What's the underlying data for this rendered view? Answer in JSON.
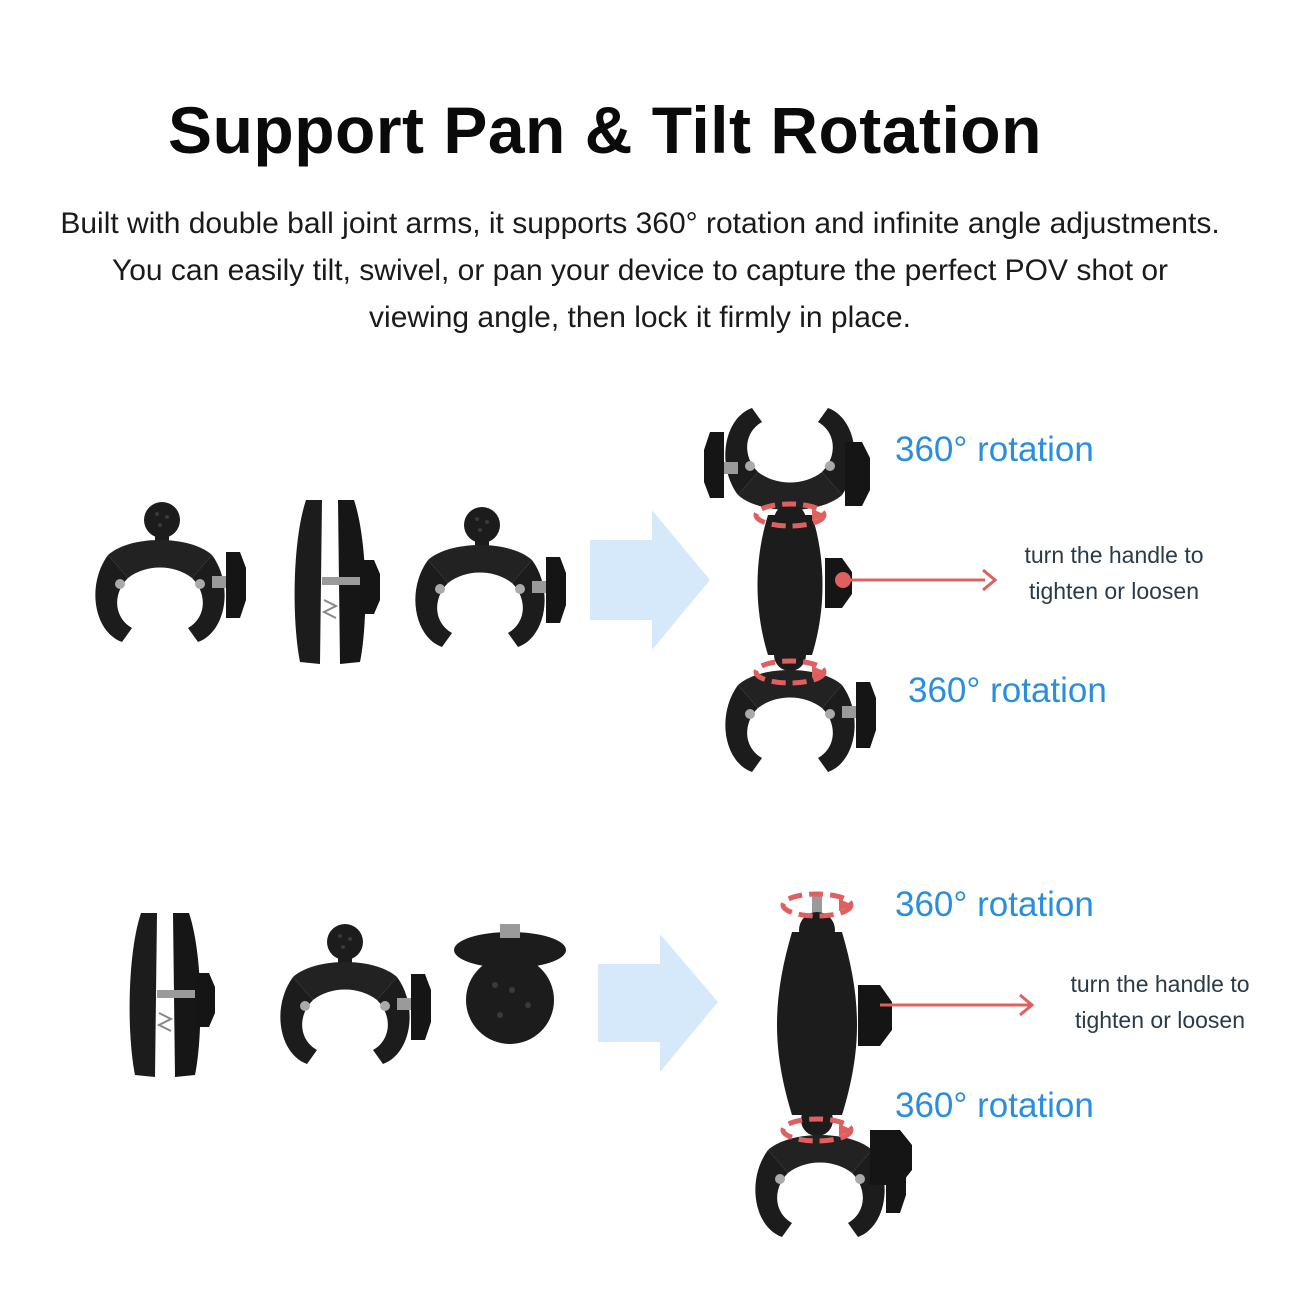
{
  "title": "Support Pan & Tilt Rotation",
  "description": "Built with double ball joint arms, it supports 360° rotation and infinite angle adjustments. You can easily tilt, swivel, or pan your device to capture the perfect POV shot or viewing angle, then lock it firmly in place.",
  "section1": {
    "rotation_top": "360° rotation",
    "handle_line1": "turn the handle to",
    "handle_line2": "tighten or loosen",
    "rotation_bottom": "360° rotation"
  },
  "section2": {
    "rotation_top": "360° rotation",
    "handle_line1": "turn the handle to",
    "handle_line2": "tighten or loosen",
    "rotation_bottom": "360° rotation"
  },
  "colors": {
    "heading": "#0a0a0a",
    "rotation_label": "#2a8ee0",
    "indicator_red": "#e06060",
    "arrow_blue": "#d6e9fb",
    "part_black": "#1c1c1c"
  },
  "icons": [
    "clamp-part-icon",
    "double-socket-arm-icon",
    "ball-mount-icon",
    "arrow-right-icon",
    "rotation-indicator-icon"
  ]
}
